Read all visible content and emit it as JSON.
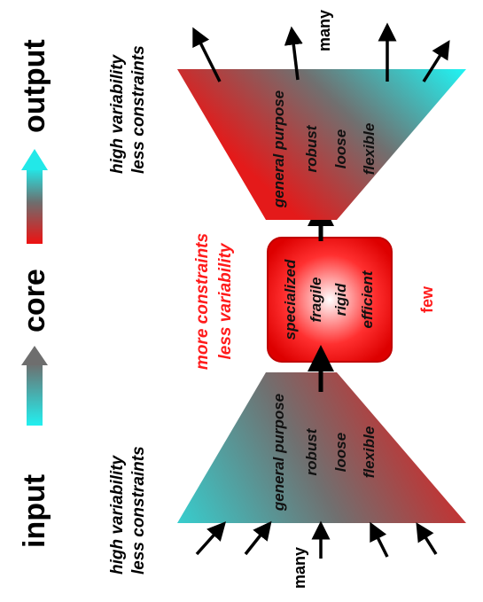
{
  "legend": {
    "input": "input",
    "core": "core",
    "output": "output"
  },
  "left_side": {
    "line1": "high variability",
    "line2": "less constraints",
    "many": "many",
    "features": [
      "general purpose",
      "robust",
      "loose",
      "flexible"
    ]
  },
  "right_side": {
    "line1": "high variability",
    "line2": "less constraints",
    "many": "many",
    "features": [
      "general purpose",
      "robust",
      "loose",
      "flexible"
    ]
  },
  "core": {
    "features": [
      "specialized",
      "fragile",
      "rigid",
      "efficient"
    ],
    "note_line1": "more constraints",
    "note_line2": "less variability",
    "few": "few"
  },
  "colors": {
    "cyan": "#22e8e8",
    "slate": "#6e6e6e",
    "red": "#ee1111",
    "core_center": "#ffffff"
  }
}
